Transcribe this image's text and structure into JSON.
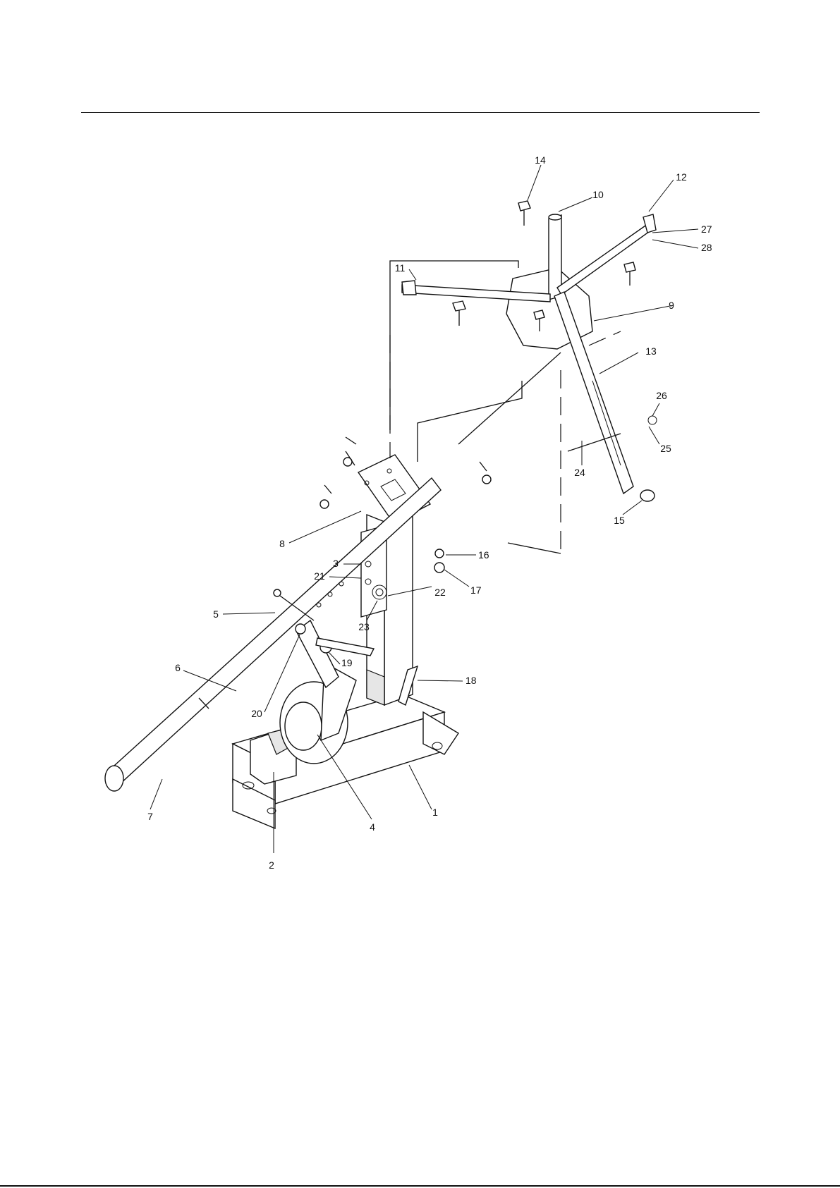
{
  "diagram": {
    "callouts": [
      "1",
      "2",
      "3",
      "4",
      "5",
      "6",
      "7",
      "8",
      "9",
      "10",
      "11",
      "12",
      "13",
      "14",
      "15",
      "16",
      "17",
      "18",
      "19",
      "20",
      "21",
      "22",
      "23",
      "24",
      "25",
      "26",
      "27",
      "28"
    ]
  },
  "colors": {
    "ink": "#111111",
    "paper": "#ffffff"
  }
}
